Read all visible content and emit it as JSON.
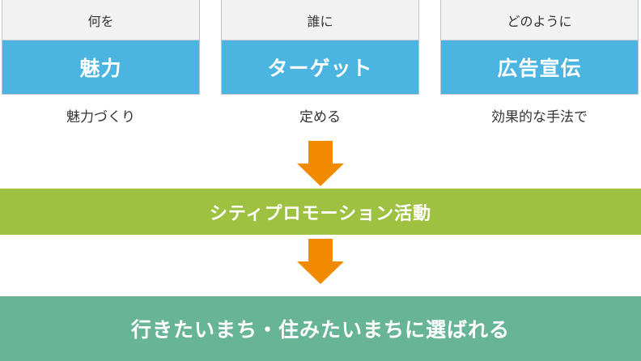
{
  "columns": [
    {
      "header": "何を",
      "title": "魅力",
      "caption": "魅力づくり"
    },
    {
      "header": "誰に",
      "title": "ターゲット",
      "caption": "定める"
    },
    {
      "header": "どのように",
      "title": "広告宣伝",
      "caption": "効果的な手法で"
    }
  ],
  "bands": {
    "activity": "シティプロモーション活動",
    "goal": "行きたいまち・住みたいまちに選ばれる"
  },
  "colors": {
    "title_blue": "#4bb4e0",
    "header_gray": "#f2f2f2",
    "arrow_orange": "#f28a00",
    "activity_green": "#9fc142",
    "goal_green": "#67b596"
  }
}
